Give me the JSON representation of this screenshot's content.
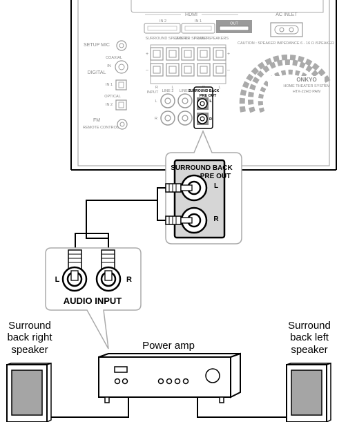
{
  "receiver_panel": {
    "hdmi": "HDMI",
    "hdmi_in2": "IN 2",
    "hdmi_in1": "IN 1",
    "hdmi_out": "OUT",
    "surround_speakers": "SURROUND SPEAKERS",
    "center_speaker": "CENTER SPEAKER",
    "front_speakers": "FRONT SPEAKERS",
    "ac_inlet": "AC INLET",
    "caution": "CAUTION : SPEAKER IMPEDANCE 6 - 16 Ω /SPEAKER",
    "brand": "ONKYO",
    "model_line": "HOME THEATER SYSTEM",
    "model": "HTX-22HD PAW",
    "setup_mic": "SETUP MIC",
    "coaxial": "COAXIAL",
    "in": "IN",
    "digital": "DIGITAL",
    "in1": "IN 1",
    "optical": "OPTICAL",
    "in2": "IN 2",
    "fm": "FM",
    "remote_control": "REMOTE CONTROL",
    "input": "INPUT",
    "line2": "LINE 2",
    "line1": "LINE 1",
    "surround_back_small": "SURROUND BACK",
    "pre_out_small": "PRE OUT",
    "l": "L",
    "r": "R"
  },
  "callout": {
    "surround_back": "SURROUND BACK",
    "pre_out": "PRE OUT",
    "l": "L",
    "r": "R"
  },
  "audio_input": {
    "label": "AUDIO INPUT",
    "l": "L",
    "r": "R"
  },
  "labels": {
    "right_speaker": [
      "Surround",
      "back right",
      "speaker"
    ],
    "left_speaker": [
      "Surround",
      "back left",
      "speaker"
    ],
    "power_amp": "Power amp"
  }
}
